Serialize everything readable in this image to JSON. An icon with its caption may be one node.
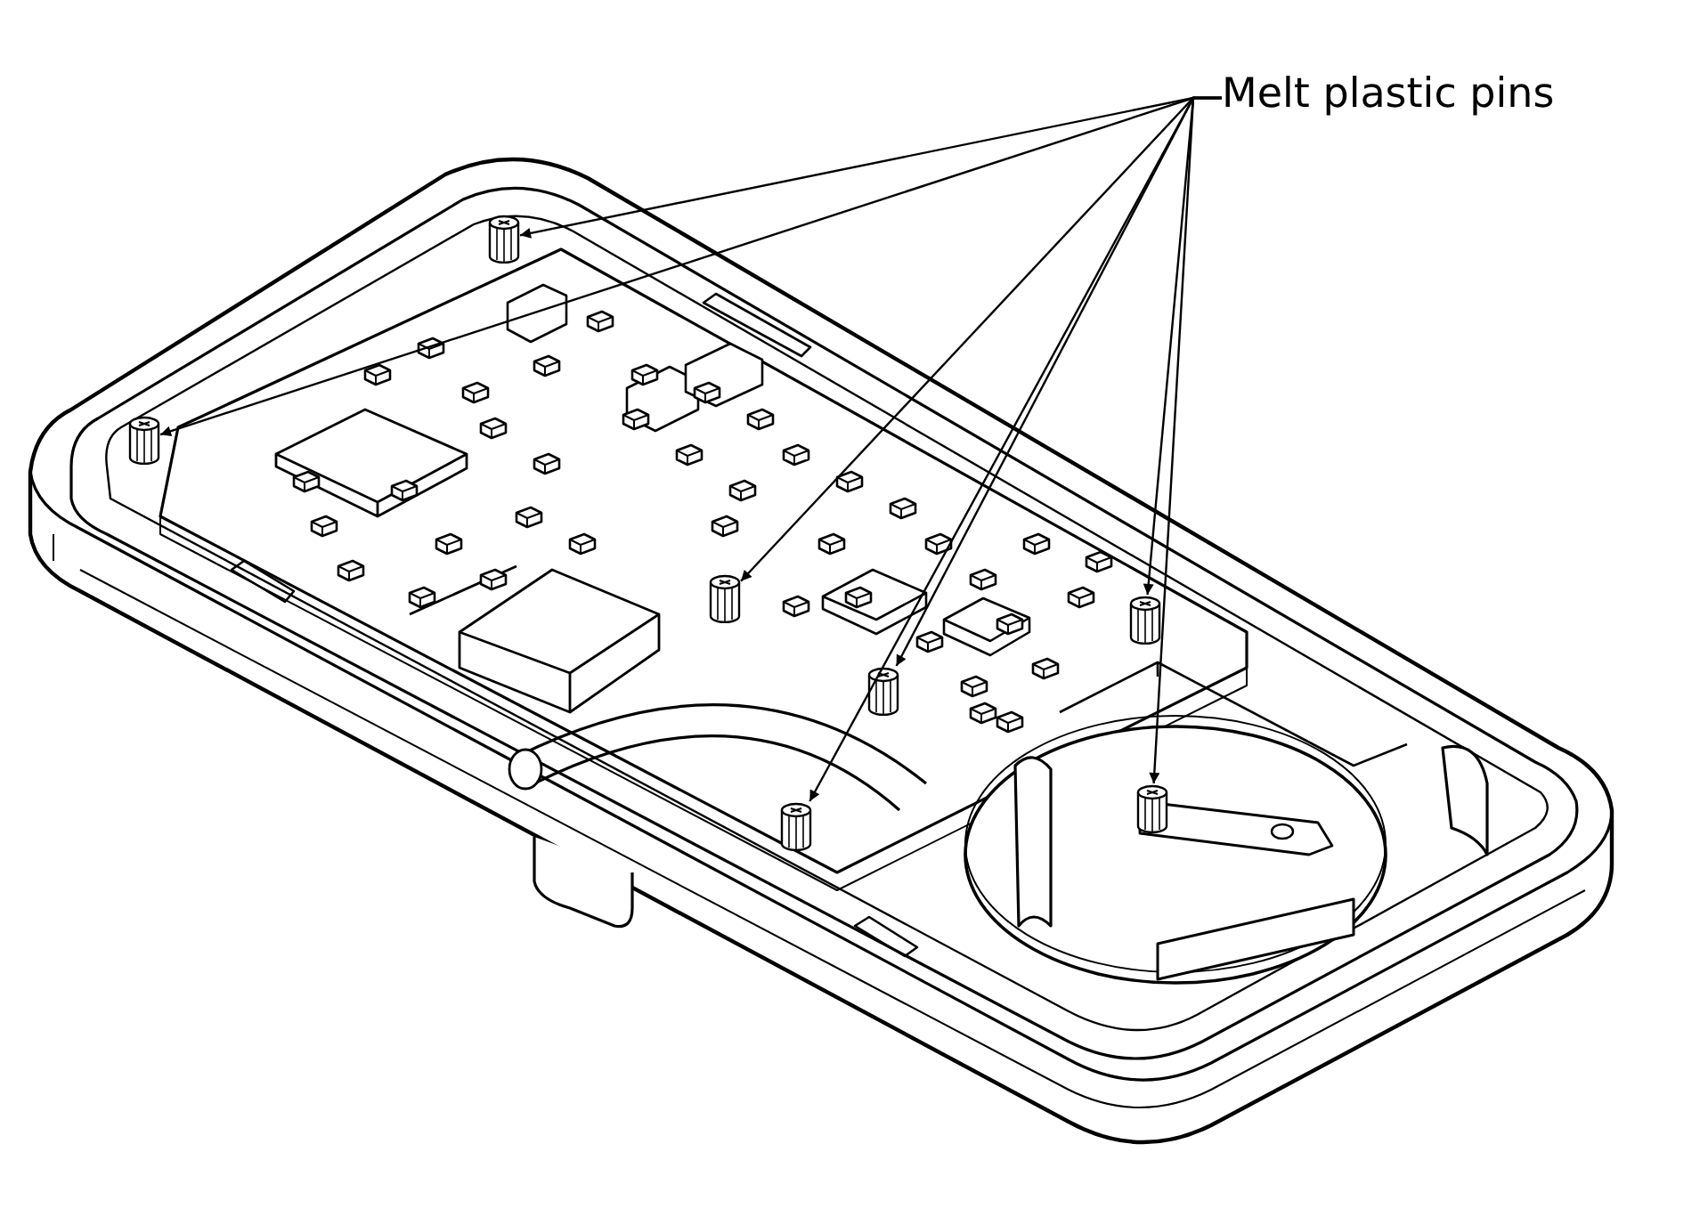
{
  "diagram": {
    "nodes": [
      {
        "text": [
          "Melt plastic pins"
        ]
      },
      {
        "text": [],
        "shape": "cylinder"
      },
      {
        "text": [],
        "shape": "cylinder"
      },
      {
        "text": [],
        "shape": "cylinder"
      },
      {
        "text": [],
        "shape": "cylinder"
      },
      {
        "text": [],
        "shape": "cylinder"
      },
      {
        "text": [],
        "shape": "cylinder"
      },
      {
        "text": [],
        "shape": "cylinder"
      }
    ],
    "edges": [
      {
        "from": 0,
        "to": 1,
        "arrow": "to"
      },
      {
        "from": 0,
        "to": 2,
        "arrow": "to"
      },
      {
        "from": 0,
        "to": 3,
        "arrow": "to"
      },
      {
        "from": 0,
        "to": 4,
        "arrow": "to"
      },
      {
        "from": 0,
        "to": 5,
        "arrow": "to"
      },
      {
        "from": 0,
        "to": 6,
        "arrow": "to"
      },
      {
        "from": 0,
        "to": 7,
        "arrow": "to"
      }
    ]
  }
}
